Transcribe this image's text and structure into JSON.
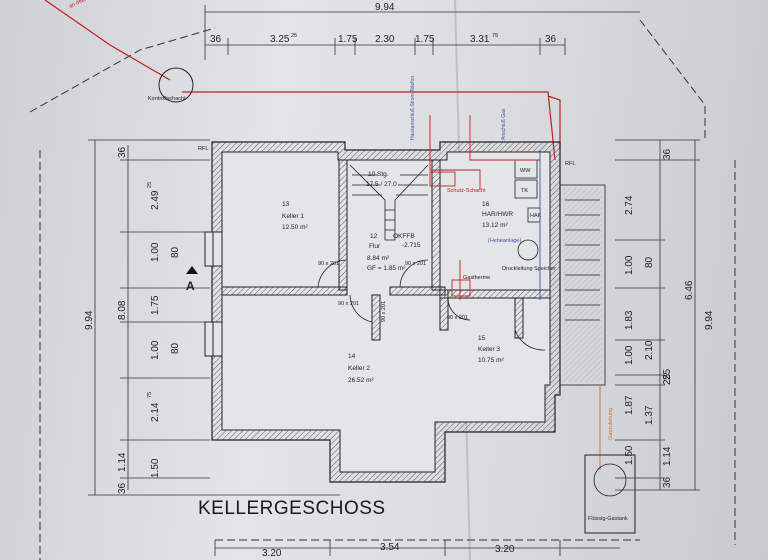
{
  "plan": {
    "title": "KELLERGESCHOSS",
    "section_marker": "A",
    "dims_top": {
      "total": "9.94",
      "a": "36",
      "b": "3.25",
      "b_sup": "25",
      "c": "1.75",
      "d": "2.30",
      "e": "1.75",
      "f": "3.31",
      "f_sup": "75",
      "g": "36"
    },
    "dims_bottom": {
      "a": "3.20",
      "b": "3.54",
      "c": "3.20"
    },
    "dims_left_total": "9.94",
    "dims_left_mid": "8.08",
    "dims_left": {
      "a": "36",
      "b": "2.49",
      "b_sup": "25",
      "c": "1.00",
      "c2": "80",
      "d": "1.75",
      "e": "1.00",
      "e2": "80",
      "f": "2.14",
      "f_sup": "75",
      "g": "1.50",
      "h": "1.14",
      "i": "36"
    },
    "dims_right_total": "9.94",
    "dims_right_mid": "6.46",
    "dims_right": {
      "a": "36",
      "b": "2.74",
      "c": "1.00",
      "c2": "80",
      "d": "1.83",
      "e": "1.00",
      "e2": "2.10",
      "f": "25",
      "g": "1.87",
      "h": "1.37",
      "i": "25",
      "j": "1.50",
      "k": "1.14",
      "l": "36"
    },
    "rooms": [
      {
        "no": "13",
        "name": "Keller 1",
        "area": "12.50 m²"
      },
      {
        "no": "12",
        "name": "Flur",
        "area": "8.84 m²",
        "extra": "GF = 1.85 m²"
      },
      {
        "no": "10 Stg.",
        "name": "17.5 / 27.0"
      },
      {
        "no": "16",
        "name": "HAR/HWR",
        "area": "13.12 m²"
      },
      {
        "no": "14",
        "name": "Keller 2",
        "area": "26.52 m²"
      },
      {
        "no": "15",
        "name": "Keller 3",
        "area": "10.75 m²"
      }
    ],
    "okffb": "OKFFB",
    "okffb_val": "-2.715",
    "doors": [
      "90 x 201",
      "90 x 201",
      "90 x 201",
      "90 x 201",
      "90 x 201"
    ],
    "labels": {
      "kontrollschacht": "Kontrollschacht",
      "anschluss": "an öffentl. MW-Kanal",
      "hebeanlage": "(Hebeanlage)",
      "gastherme": "Gastherme",
      "druckleitung": "Druckleitung Speicher",
      "fluessig_gastank": "Flüssig-Gastank",
      "gaszuleitung": "Gaszuleitung",
      "rfl_left": "RFL",
      "rfl_right": "RFL",
      "hausanschluss": "Hausanschluß Strom Telefon",
      "anschluss_gas": "Anschluß Gas",
      "schutz": "Schutz-Schacht",
      "ww": "WW",
      "tk": "TK",
      "hak": "HAK"
    }
  }
}
